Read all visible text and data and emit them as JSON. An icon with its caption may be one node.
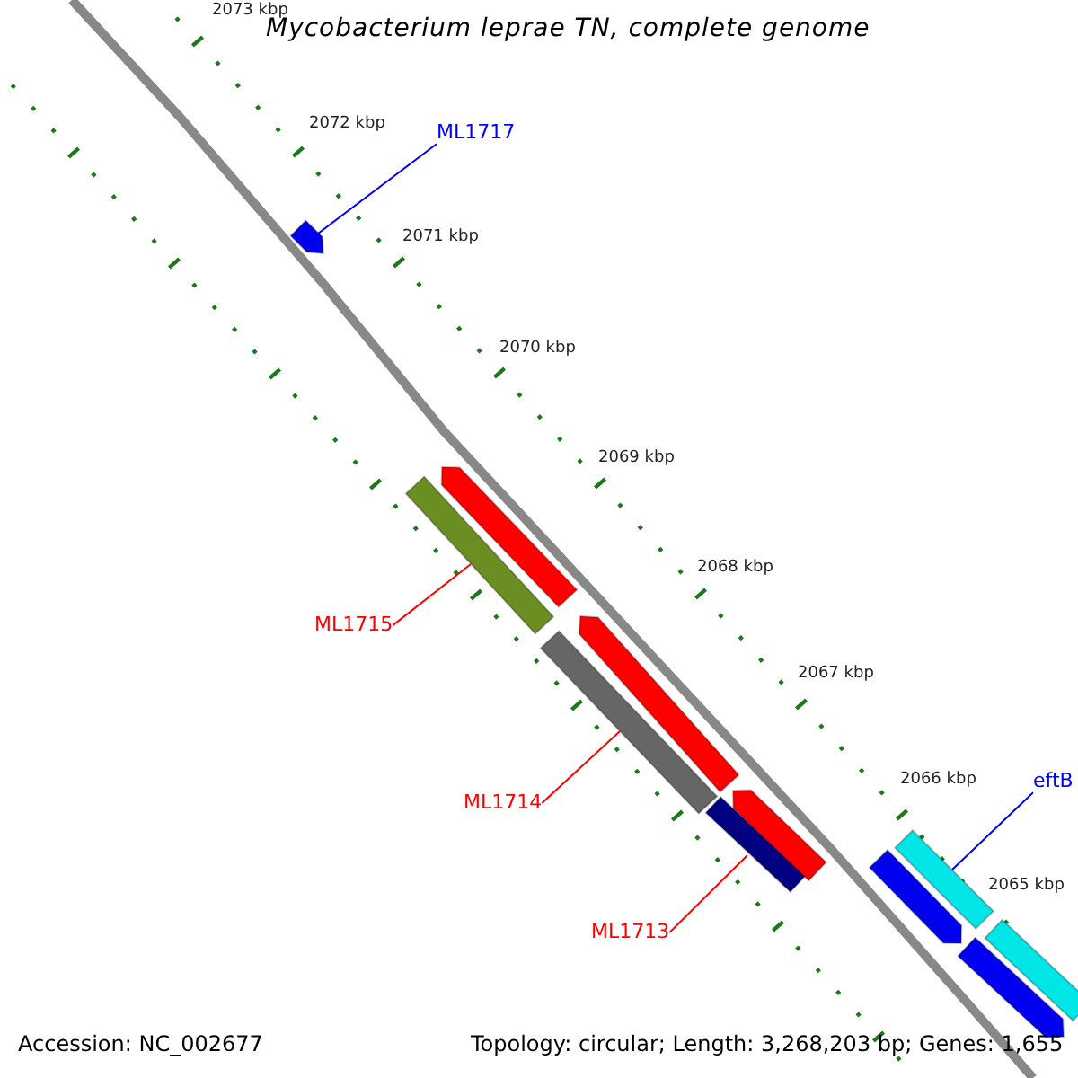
{
  "diagram": {
    "title": "Mycobacterium leprae TN, complete genome",
    "nodes": [
      {
        "text": [
          "ML1717"
        ]
      },
      {
        "text": [],
        "shape": "bar"
      },
      {
        "text": [],
        "shape": "bar"
      },
      {
        "text": [],
        "shape": "bar"
      },
      {
        "text": [
          "ML1715"
        ]
      },
      {
        "text": [],
        "shape": "bar"
      },
      {
        "text": [],
        "shape": "bar"
      },
      {
        "text": [
          "eftB"
        ]
      },
      {
        "text": [
          "ML1714"
        ]
      },
      {
        "text": [],
        "shape": "bar"
      },
      {
        "text": [],
        "shape": "bar"
      },
      {
        "text": [],
        "shape": "bar"
      },
      {
        "text": [],
        "shape": "bar"
      },
      {
        "text": [
          "ML1713"
        ]
      },
      {
        "text": [],
        "shape": "bar"
      },
      {
        "text": [],
        "shape": "bar"
      }
    ],
    "edges": [
      {
        "from": 0,
        "to": 1,
        "arrow": "none",
        "color": "#0000ff"
      },
      {
        "from": 4,
        "to": 3,
        "arrow": "none"
      },
      {
        "from": 7,
        "to": 11,
        "arrow": "none",
        "color": "#0000ff"
      },
      {
        "from": 8,
        "to": 6,
        "arrow": "none"
      },
      {
        "from": 13,
        "to": 9,
        "arrow": "none"
      }
    ],
    "labels": [
      "2073 kbp",
      "2072 kbp",
      "2071 kbp",
      "2070 kbp",
      "2069 kbp",
      "2068 kbp",
      "2067 kbp",
      "2066 kbp",
      "2065 kbp",
      "Accession: NC_002677",
      "Topology: circular; Length: 3,268,203 bp; Genes: 1,655"
    ]
  }
}
